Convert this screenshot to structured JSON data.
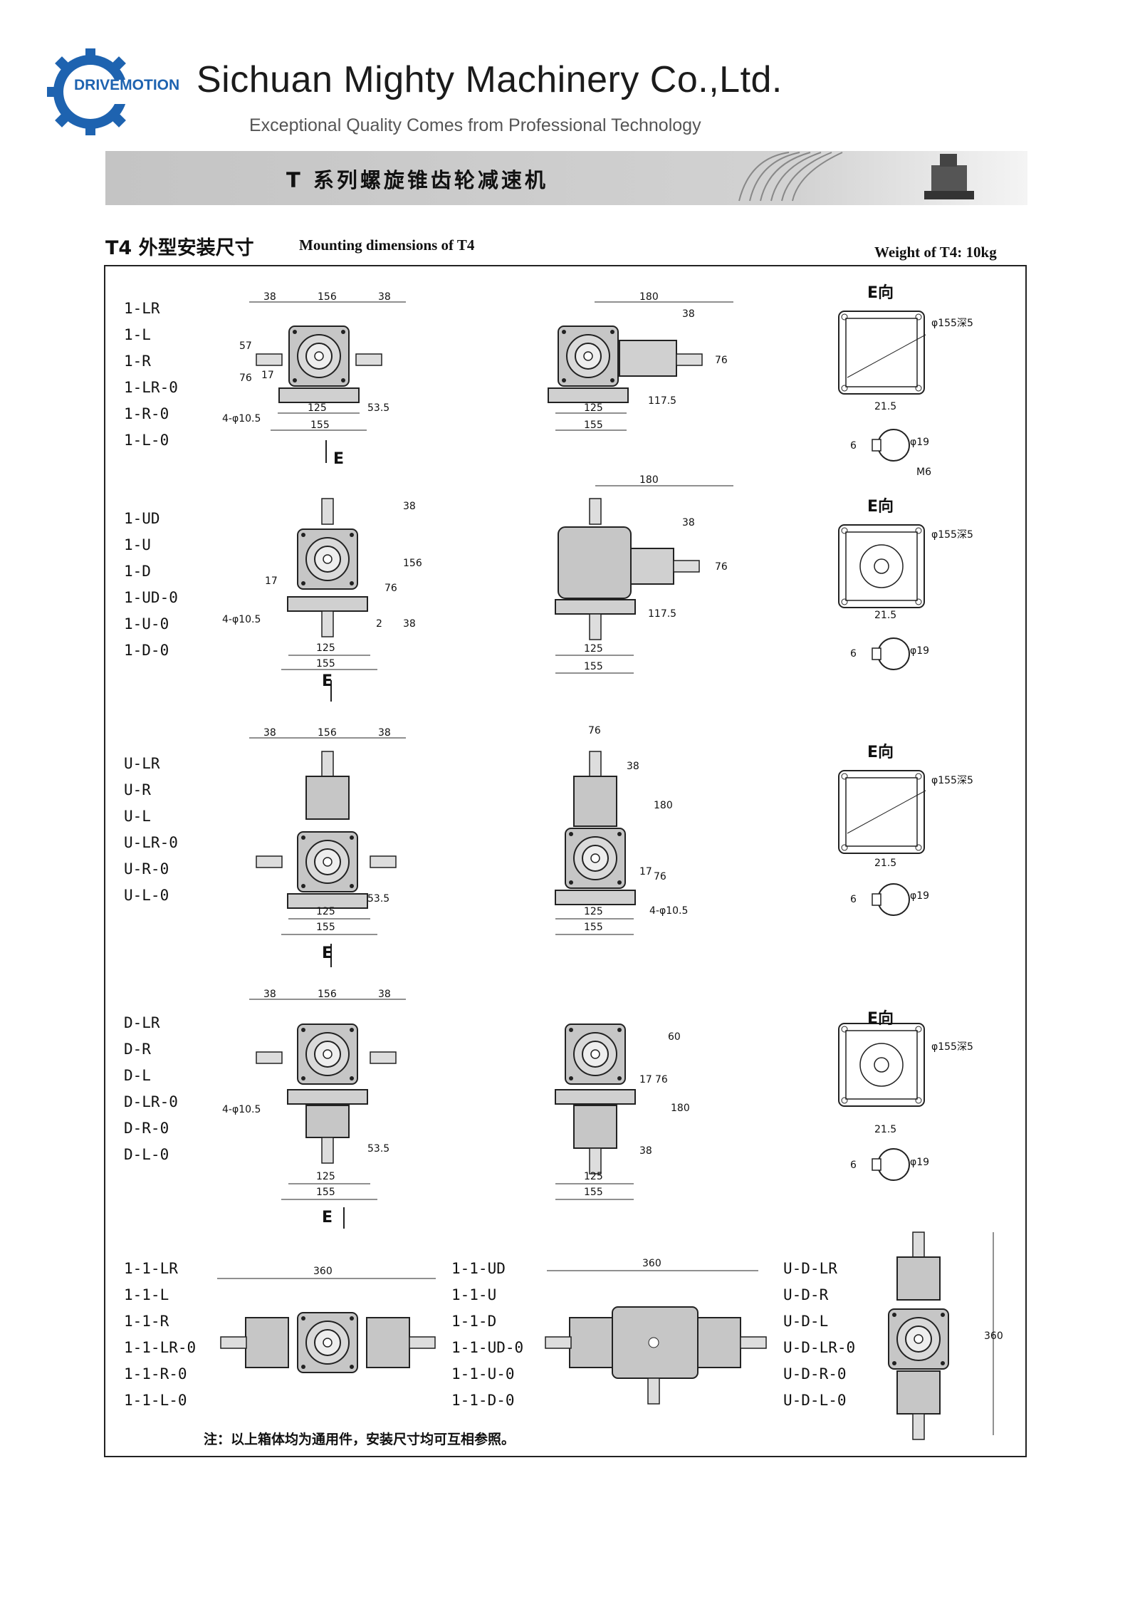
{
  "header": {
    "logo_text": "DRIVEMOTION",
    "company": "Sichuan Mighty Machinery Co.,Ltd.",
    "tagline": "Exceptional Quality Comes from Professional Technology",
    "banner_title": "T 系列螺旋锥齿轮减速机"
  },
  "section": {
    "title": "T4 外型安装尺寸",
    "subtitle": "Mounting dimensions of T4",
    "weight": "Weight of T4: 10kg"
  },
  "rows": [
    {
      "models": [
        "1-LR",
        "1-L",
        "1-R",
        "1-LR-0",
        "1-R-0",
        "1-L-0"
      ]
    },
    {
      "models": [
        "1-UD",
        "1-U",
        "1-D",
        "1-UD-0",
        "1-U-0",
        "1-D-0"
      ]
    },
    {
      "models": [
        "U-LR",
        "U-R",
        "U-L",
        "U-LR-0",
        "U-R-0",
        "U-L-0"
      ]
    },
    {
      "models": [
        "D-LR",
        "D-R",
        "D-L",
        "D-LR-0",
        "D-R-0",
        "D-L-0"
      ]
    }
  ],
  "bottom_groups": [
    {
      "models": [
        "1-1-LR",
        "1-1-L",
        "1-1-R",
        "1-1-LR-0",
        "1-1-R-0",
        "1-1-L-0"
      ],
      "dim": "360"
    },
    {
      "models": [
        "1-1-UD",
        "1-1-U",
        "1-1-D",
        "1-1-UD-0",
        "1-1-U-0",
        "1-1-D-0"
      ],
      "dim": "360"
    },
    {
      "models": [
        "U-D-LR",
        "U-D-R",
        "U-D-L",
        "U-D-LR-0",
        "U-D-R-0",
        "U-D-L-0"
      ],
      "dim": "360"
    }
  ],
  "dims": {
    "d38": "38",
    "d156": "156",
    "d57": "57",
    "d76": "76",
    "d17": "17",
    "bolt": "4-φ10.5",
    "d125": "125",
    "d155": "155",
    "d53_5": "53.5",
    "d180": "180",
    "d117_5": "117.5",
    "d60": "60",
    "d2": "2",
    "e_arrow": "E",
    "e_dir": "E向",
    "flange": "φ155深5",
    "d21_5": "21.5",
    "d6": "6",
    "d19": "φ19",
    "m6": "M6"
  },
  "note": "注：以上箱体均为通用件，安装尺寸均可互相参照。",
  "colors": {
    "brand_blue": "#1e63b0",
    "banner_gray": "#c9c9c9",
    "housing": "#bdbdbd"
  }
}
